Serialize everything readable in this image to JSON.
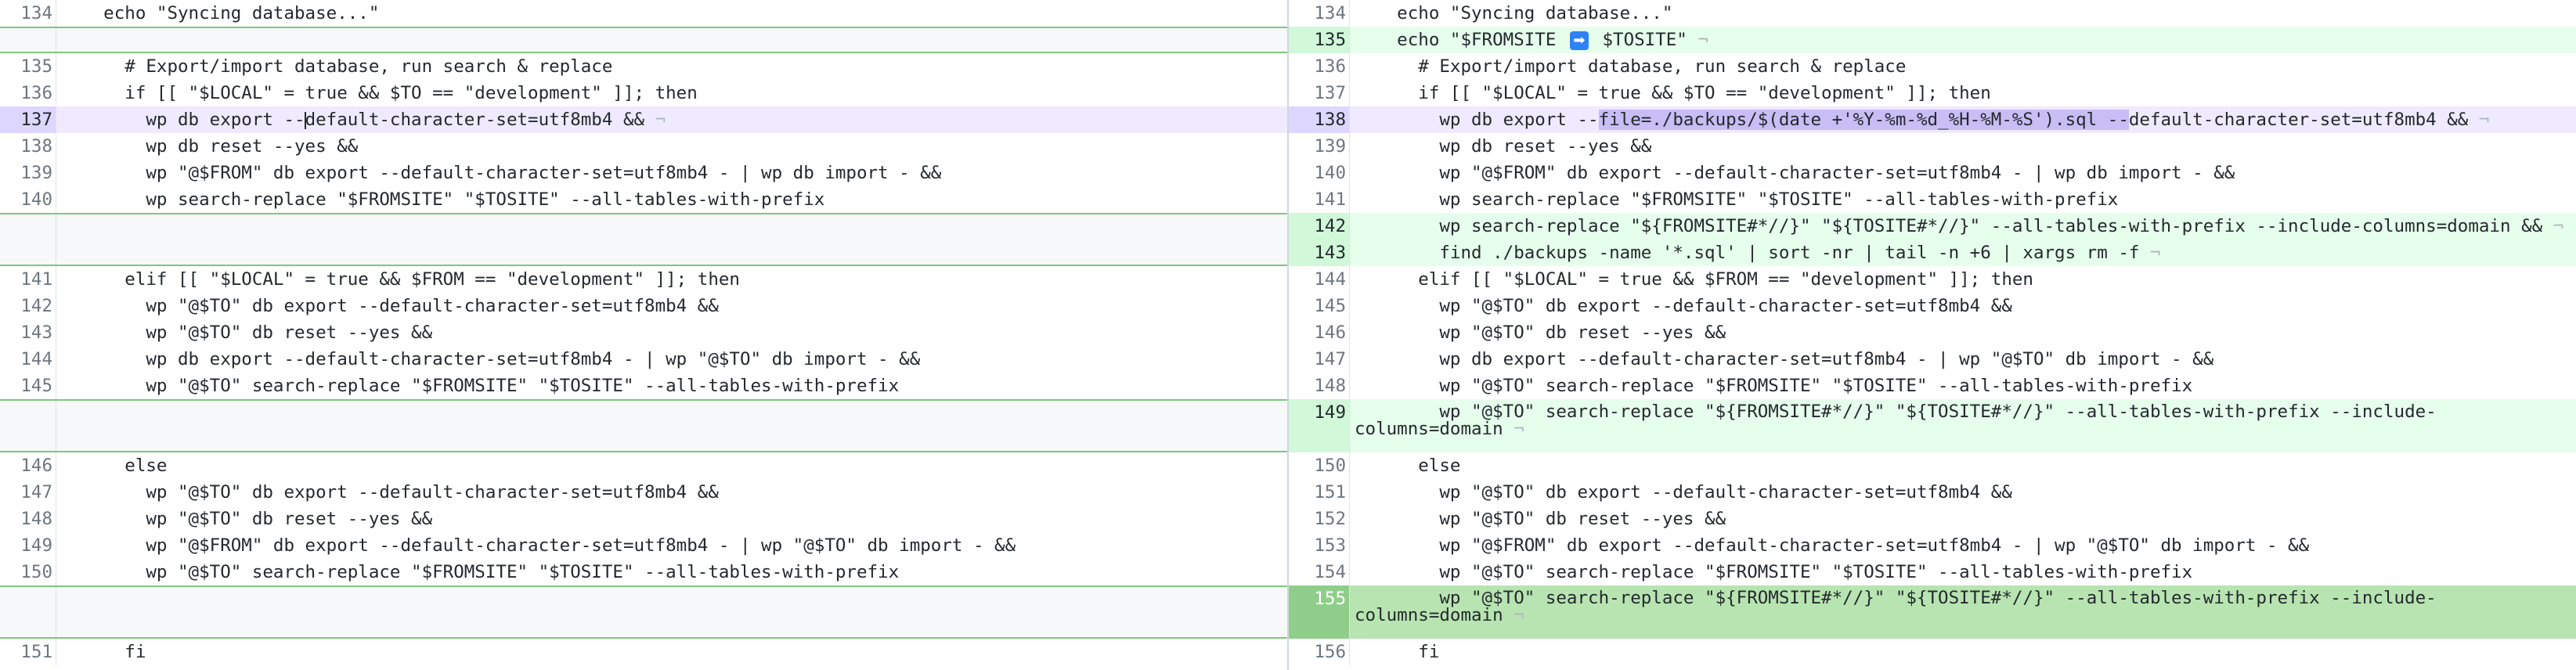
{
  "left": {
    "rows": [
      {
        "num": "134",
        "text": "    echo \"Syncing database...\""
      },
      {
        "num": "135",
        "text": "      # Export/import database, run search & replace"
      },
      {
        "num": "136",
        "text": "      if [[ \"$LOCAL\" = true && $TO == \"development\" ]]; then"
      },
      {
        "num": "137",
        "pre": "        wp db export --",
        "post": "default-character-set=utf8mb4 && "
      },
      {
        "num": "138",
        "text": "        wp db reset --yes &&"
      },
      {
        "num": "139",
        "text": "        wp \"@$FROM\" db export --default-character-set=utf8mb4 - | wp db import - &&"
      },
      {
        "num": "140",
        "text": "        wp search-replace \"$FROMSITE\" \"$TOSITE\" --all-tables-with-prefix"
      },
      {
        "num": "141",
        "text": "      elif [[ \"$LOCAL\" = true && $FROM == \"development\" ]]; then"
      },
      {
        "num": "142",
        "text": "        wp \"@$TO\" db export --default-character-set=utf8mb4 &&"
      },
      {
        "num": "143",
        "text": "        wp \"@$TO\" db reset --yes &&"
      },
      {
        "num": "144",
        "text": "        wp db export --default-character-set=utf8mb4 - | wp \"@$TO\" db import - &&"
      },
      {
        "num": "145",
        "text": "        wp \"@$TO\" search-replace \"$FROMSITE\" \"$TOSITE\" --all-tables-with-prefix"
      },
      {
        "num": "146",
        "text": "      else"
      },
      {
        "num": "147",
        "text": "        wp \"@$TO\" db export --default-character-set=utf8mb4 &&"
      },
      {
        "num": "148",
        "text": "        wp \"@$TO\" db reset --yes &&"
      },
      {
        "num": "149",
        "text": "        wp \"@$FROM\" db export --default-character-set=utf8mb4 - | wp \"@$TO\" db import - &&"
      },
      {
        "num": "150",
        "text": "        wp \"@$TO\" search-replace \"$FROMSITE\" \"$TOSITE\" --all-tables-with-prefix"
      },
      {
        "num": "151",
        "text": "      fi"
      }
    ]
  },
  "right": {
    "rows": [
      {
        "num": "134",
        "text": "    echo \"Syncing database...\""
      },
      {
        "num": "135",
        "pre": "    echo \"$FROMSITE ",
        "post": " $TOSITE\" "
      },
      {
        "num": "136",
        "text": "      # Export/import database, run search & replace"
      },
      {
        "num": "137",
        "text": "      if [[ \"$LOCAL\" = true && $TO == \"development\" ]]; then"
      },
      {
        "num": "138",
        "pre": "        wp db export --",
        "hl": "file=./backups/$(date +'%Y-%m-%d_%H-%M-%S').sql --",
        "post": "default-character-set=utf8mb4 && "
      },
      {
        "num": "139",
        "text": "        wp db reset --yes &&"
      },
      {
        "num": "140",
        "text": "        wp \"@$FROM\" db export --default-character-set=utf8mb4 - | wp db import - &&"
      },
      {
        "num": "141",
        "text": "        wp search-replace \"$FROMSITE\" \"$TOSITE\" --all-tables-with-prefix"
      },
      {
        "num": "142",
        "text": "        wp search-replace \"${FROMSITE#*//}\" \"${TOSITE#*//}\" --all-tables-with-prefix --include-columns=domain && "
      },
      {
        "num": "143",
        "text": "        find ./backups -name '*.sql' | sort -nr | tail -n +6 | xargs rm -f "
      },
      {
        "num": "144",
        "text": "      elif [[ \"$LOCAL\" = true && $FROM == \"development\" ]]; then"
      },
      {
        "num": "145",
        "text": "        wp \"@$TO\" db export --default-character-set=utf8mb4 &&"
      },
      {
        "num": "146",
        "text": "        wp \"@$TO\" db reset --yes &&"
      },
      {
        "num": "147",
        "text": "        wp db export --default-character-set=utf8mb4 - | wp \"@$TO\" db import - &&"
      },
      {
        "num": "148",
        "text": "        wp \"@$TO\" search-replace \"$FROMSITE\" \"$TOSITE\" --all-tables-with-prefix"
      },
      {
        "num": "149",
        "text": "        wp \"@$TO\" search-replace \"${FROMSITE#*//}\" \"${TOSITE#*//}\" --all-tables-with-prefix --include-\ncolumns=domain "
      },
      {
        "num": "150",
        "text": "      else"
      },
      {
        "num": "151",
        "text": "        wp \"@$TO\" db export --default-character-set=utf8mb4 &&"
      },
      {
        "num": "152",
        "text": "        wp \"@$TO\" db reset --yes &&"
      },
      {
        "num": "153",
        "text": "        wp \"@$FROM\" db export --default-character-set=utf8mb4 - | wp \"@$TO\" db import - &&"
      },
      {
        "num": "154",
        "text": "        wp \"@$TO\" search-replace \"$FROMSITE\" \"$TOSITE\" --all-tables-with-prefix"
      },
      {
        "num": "155",
        "text": "        wp \"@$TO\" search-replace \"${FROMSITE#*//}\" \"${TOSITE#*//}\" --all-tables-with-prefix --include-\ncolumns=domain "
      },
      {
        "num": "156",
        "text": "      fi"
      }
    ]
  },
  "symbols": {
    "pilcrow": "¬",
    "arrow_icon": "➡"
  },
  "colors": {
    "added_line": "#e6ffec",
    "added_line_strong": "#b7e4b0",
    "modified_line": "#efeaff",
    "inline_highlight": "#c8bdf5",
    "spacer_border": "#7ec77e"
  }
}
